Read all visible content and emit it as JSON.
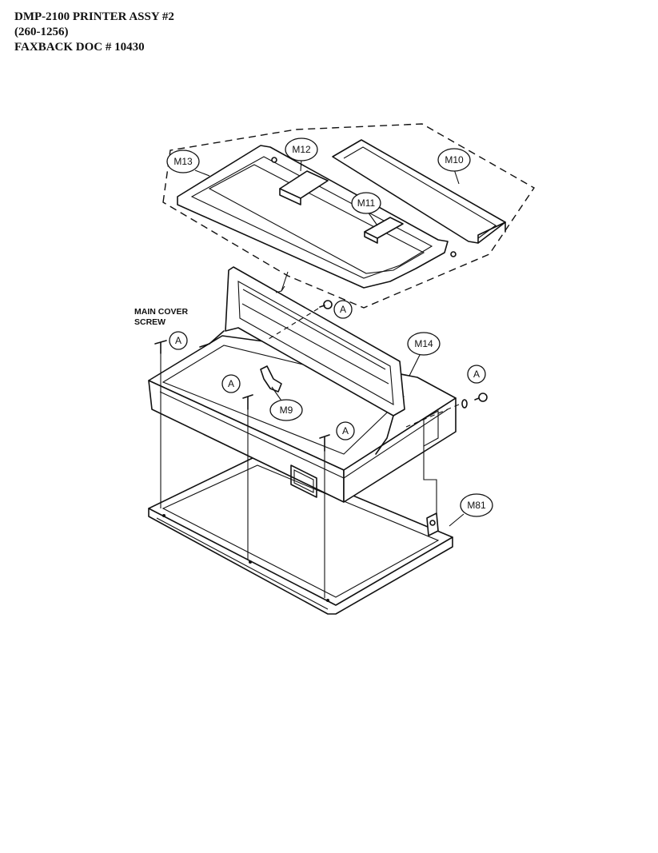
{
  "header": {
    "line1": "DMP-2100  PRINTER ASSY #2",
    "line2": "(260-1256)",
    "line3": "FAXBACK DOC # 10430"
  },
  "callouts": {
    "m13": "M13",
    "m12": "M12",
    "m10": "M10",
    "m11": "M11",
    "m14": "M14",
    "m9": "M9",
    "m81": "M81",
    "a": "A"
  },
  "notes": {
    "main_cover_screw_line1": "MAIN COVER",
    "main_cover_screw_line2": "SCREW"
  }
}
